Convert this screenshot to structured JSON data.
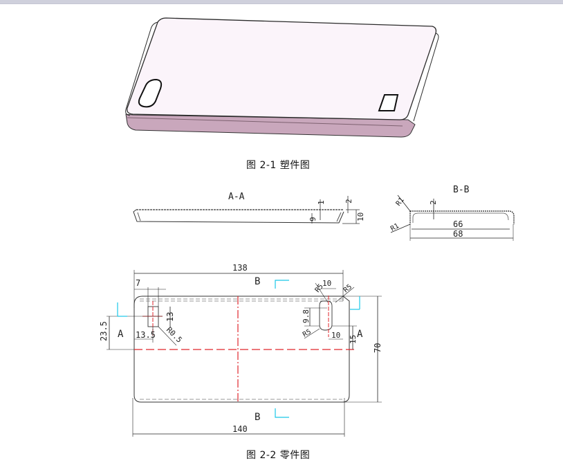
{
  "figure1": {
    "caption": "图 2-1  塑件图",
    "colors": {
      "top_face": "#fbf4fa",
      "side_face": "#c9a7bc",
      "edge": "#2a2a2a"
    }
  },
  "section_aa": {
    "title": "A-A",
    "dims": {
      "wall_top": "1",
      "wall_side": "2",
      "inner_height": "9",
      "total_height": "10"
    }
  },
  "section_bb": {
    "title": "B-B",
    "dims": {
      "radius_outer": "R1",
      "radius_inner": "R1",
      "wall": "2",
      "inner_width": "66",
      "outer_width": "68"
    }
  },
  "figure2": {
    "caption": "图 2-2  零件图",
    "section_labels": {
      "a_left": "A",
      "a_right": "A",
      "b_top": "B",
      "b_bottom": "B"
    },
    "dims": {
      "overall_top": "138",
      "overall_bottom": "140",
      "height": "70",
      "left_slot_offset": "7",
      "left_slot_height": "13",
      "left_slot_x": "13.5",
      "left_slot_y": "23.5",
      "left_slot_radius": "R0.5",
      "right_slot_width": "10",
      "right_slot_radius_top": "R5",
      "right_slot_corner": "R5",
      "right_slot_radius_bottom": "R5",
      "right_slot_height": "9.8",
      "right_slot_offset_x": "10",
      "right_slot_offset_y": "15"
    },
    "colors": {
      "centerline": "#e0262b",
      "section_arrow": "#19c8e8",
      "outline": "#222222"
    }
  }
}
